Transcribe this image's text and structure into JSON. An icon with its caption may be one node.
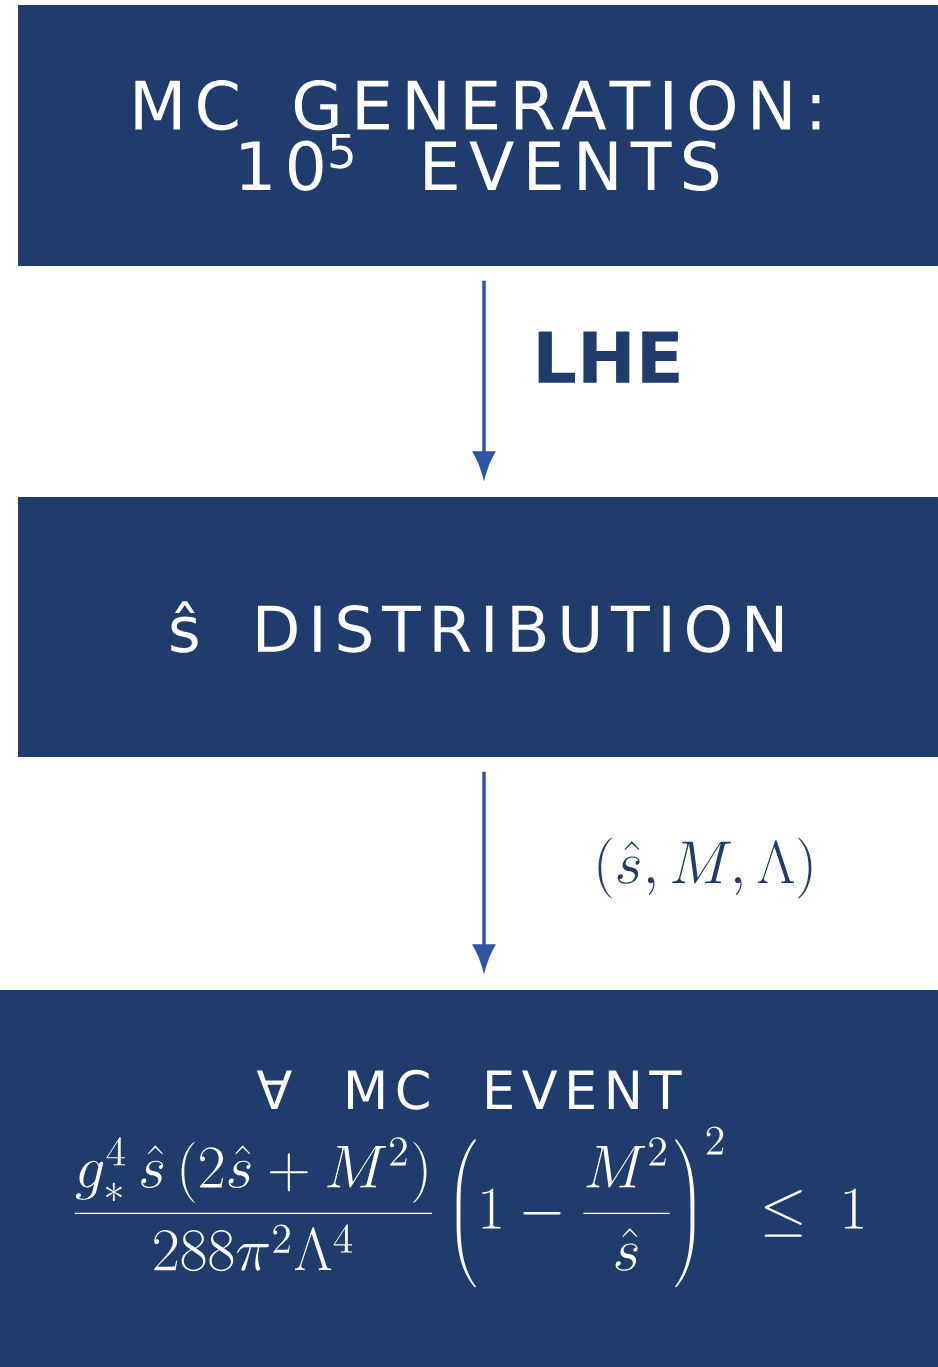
{
  "diagram": {
    "nodes": [
      {
        "text": [
          "MC GENERATION: 10$^{5}$ EVENTS"
        ]
      },
      {
        "text": [
          "ŝ DISTRIBUTION"
        ]
      },
      {
        "text": [
          "∀ MC EVENT",
          "\\frac{g_*^4\\,\\hat{s}\\,(2\\hat{s}+M^2)}{288\\pi^2\\Lambda^4}\\left(1-\\frac{M^2}{\\hat{s}}\\right)^2\\leq 1"
        ]
      }
    ],
    "edges": [
      {
        "from": 0,
        "to": 1,
        "arrow": "to",
        "label": "LHE"
      },
      {
        "from": 1,
        "to": 2,
        "arrow": "to",
        "label": "(\\hat{s}, M, \\Lambda)"
      }
    ]
  }
}
